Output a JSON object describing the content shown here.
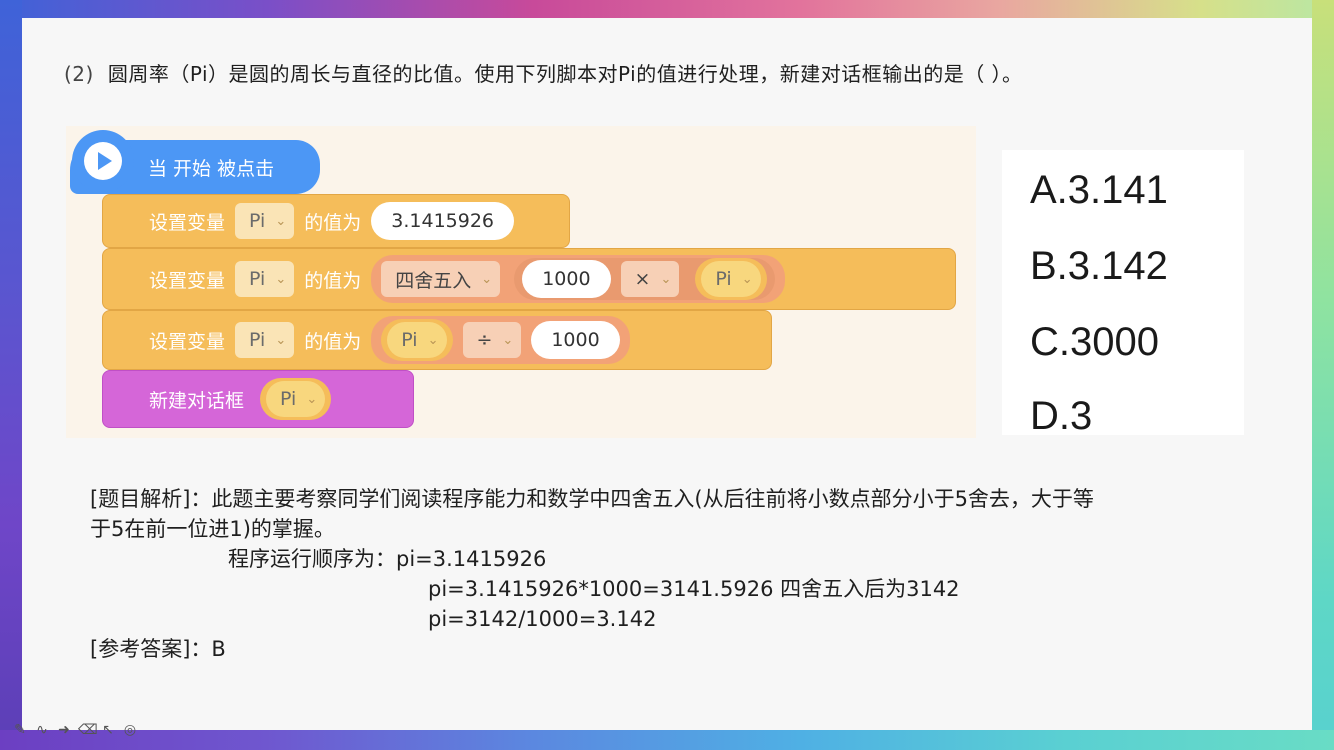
{
  "question": {
    "number": "(2)",
    "text": "圆周率（Pi）是圆的周长与直径的比值。使用下列脚本对Pi的值进行处理，新建对话框输出的是（ ）。"
  },
  "script": {
    "hat_label": "当 开始 被点击",
    "set_var_label": "设置变量",
    "value_of_label": "的值为",
    "var_name": "Pi",
    "block1_value": "3.1415926",
    "round_label": "四舍五入",
    "num_1000": "1000",
    "multiply_op": "×",
    "divide_op": "÷",
    "dialog_label": "新建对话框"
  },
  "answers": [
    "A.3.141",
    "B.3.142",
    "C.3000",
    "D.3"
  ],
  "analysis": {
    "line1": "[题目解析]：此题主要考察同学们阅读程序能力和数学中四舍五入(从后往前将小数点部分小于5舍去，大于等",
    "line2": "于5在前一位进1)的掌握。",
    "line3_label": "程序运行顺序为：",
    "line3_value": "pi=3.1415926",
    "line4": "pi=3.1415926*1000=3141.5926 四舍五入后为3142",
    "line5": "pi=3142/1000=3.142",
    "answer_line": "[参考答案]：B"
  },
  "colors": {
    "event_blue": "#4c97f5",
    "variable_orange": "#f5bd5a",
    "operator_orange": "#f2a277",
    "dialog_purple": "#d566d8"
  }
}
